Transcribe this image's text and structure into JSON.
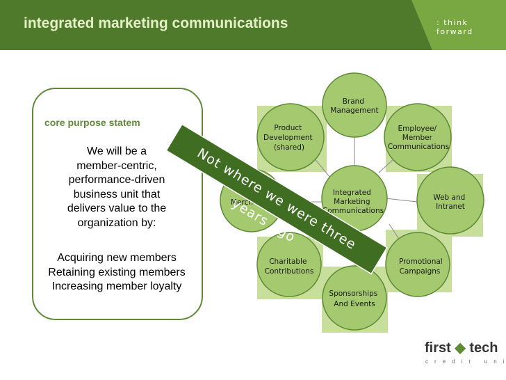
{
  "header": {
    "title": "integrated marketing communications",
    "tagline": ": think forward"
  },
  "statement": {
    "label": "core purpose statem",
    "lines": [
      "We will be a",
      "member-centric,",
      "performance-driven",
      "business unit that",
      "delivers value to the",
      "organization by:"
    ],
    "list": [
      "Acquiring new members",
      "Retaining existing members",
      "Increasing member loyalty"
    ]
  },
  "diagram": {
    "center": [
      "Integrated",
      "Marketing",
      "Communications"
    ],
    "nodes": [
      {
        "id": "brand",
        "lines": [
          "Brand",
          "Management"
        ]
      },
      {
        "id": "product",
        "lines": [
          "Product",
          "Development",
          "(shared)"
        ]
      },
      {
        "id": "employee",
        "lines": [
          "Employee/",
          "Member",
          "Communications"
        ]
      },
      {
        "id": "web",
        "lines": [
          "Web and",
          "Intranet"
        ]
      },
      {
        "id": "merch",
        "lines": [
          "Merch"
        ]
      },
      {
        "id": "promo",
        "lines": [
          "Promotional",
          "Campaigns"
        ]
      },
      {
        "id": "charitable",
        "lines": [
          "Charitable",
          "Contributions"
        ]
      },
      {
        "id": "sponsor",
        "lines": [
          "Sponsorships",
          "And Events"
        ]
      }
    ]
  },
  "banner": "Not where we were three years ago",
  "logo": {
    "first": "first",
    "tech": "tech",
    "sub": "credit union"
  },
  "colors": {
    "header": "#4f7a2c",
    "accent": "#79a843",
    "node": "#a4c96e",
    "square": "#c8df9c",
    "banner": "#3f6e22"
  }
}
